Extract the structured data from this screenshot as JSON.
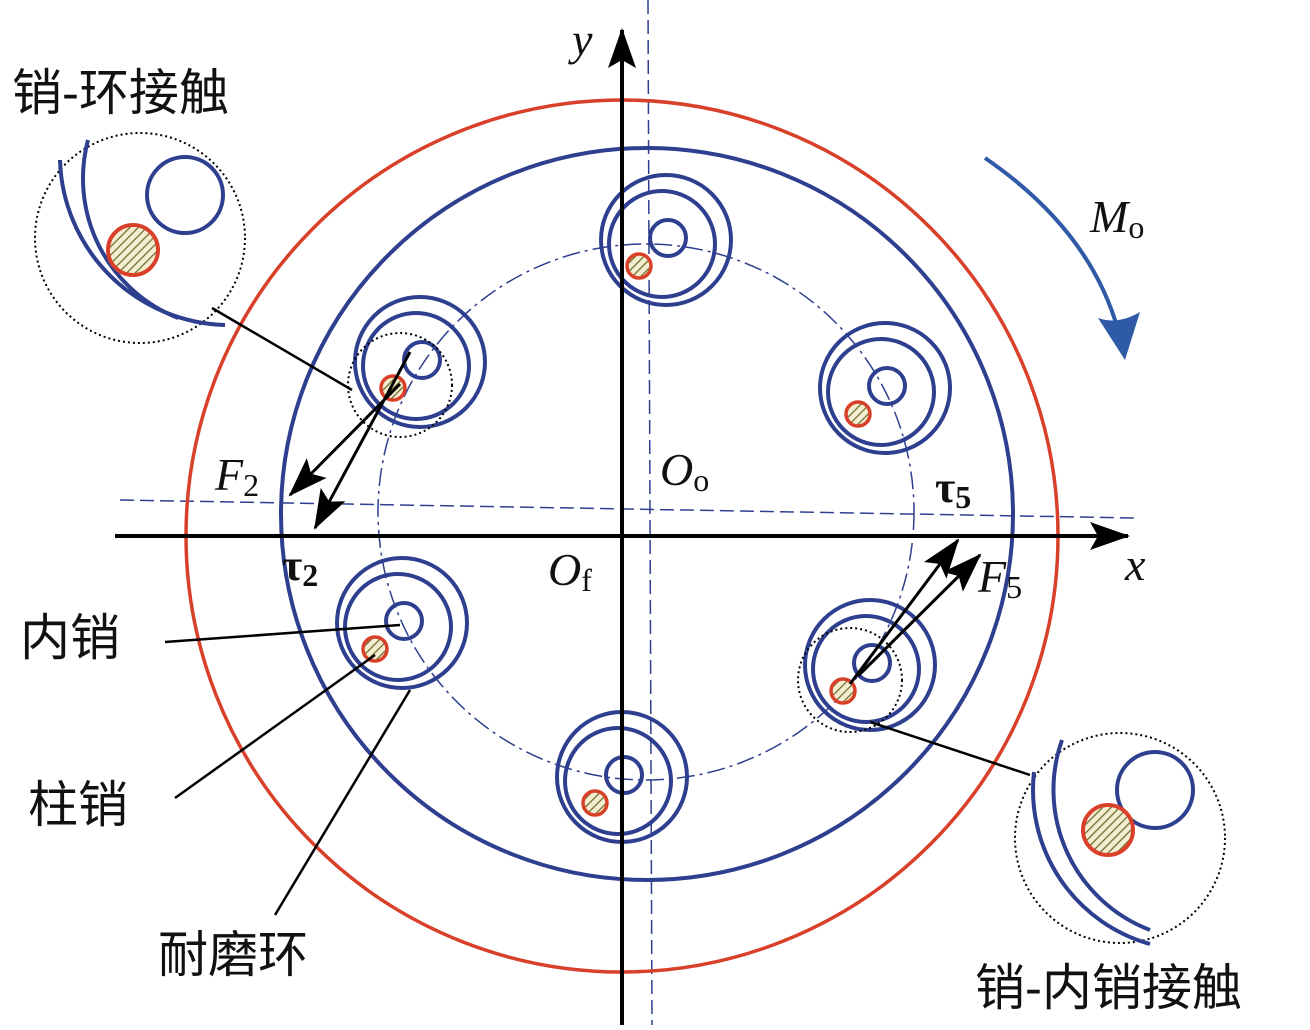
{
  "labels": {
    "pin_ring_contact": "销-环接触",
    "inner_pin": "内销",
    "column_pin": "柱销",
    "wear_ring": "耐磨环",
    "pin_innerpin_contact": "销-内销接触"
  },
  "symbols": {
    "x_axis": "x",
    "y_axis": "y",
    "moment_main": "M",
    "moment_sub": "o",
    "origin_o_main": "O",
    "origin_o_sub": "o",
    "origin_f_main": "O",
    "origin_f_sub": "f",
    "force2_main": "F",
    "force2_sub": "2",
    "tau2_main": "τ",
    "tau2_sub": "2",
    "tau5_main": "τ",
    "tau5_sub": "5",
    "force5_main": "F",
    "force5_sub": "5"
  },
  "colors": {
    "blue": "#2e3f8f",
    "red": "#d9402a",
    "hatch": "#6b6b2a"
  }
}
